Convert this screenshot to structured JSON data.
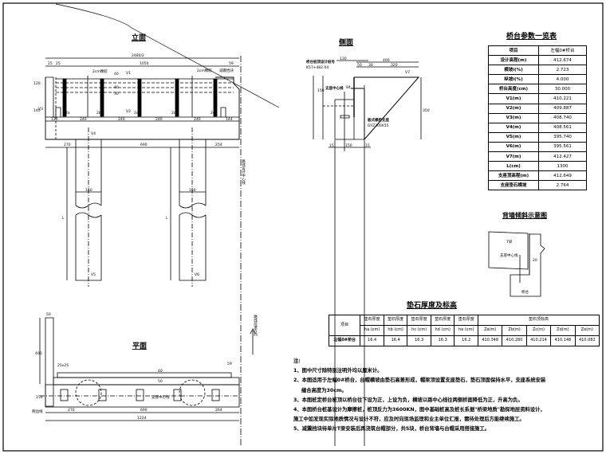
{
  "views": {
    "front_title": "立面",
    "side_title": "侧面",
    "plan_title": "平面",
    "backwall_title": "背墙倾斜示意图"
  },
  "front_dims": {
    "total": "2480/2",
    "cap": "1050",
    "right_top": "59",
    "left_a": "25",
    "left_b": "25",
    "spacings": [
      "120",
      "240",
      "240",
      "240",
      "240",
      "144"
    ],
    "pads": [
      "2a",
      "2b",
      "2c",
      "2d",
      "2e"
    ],
    "pad_note_left": "2cm橡胶",
    "pad_note_right": "2cm橡胶",
    "block_note": "减震挡块",
    "height_left": "120",
    "height_mid": "140",
    "heights": [
      "40",
      "40",
      "30"
    ],
    "v_labels": [
      "V1",
      "V2",
      "V3",
      "V4"
    ],
    "pile_spacing": [
      "270",
      "690",
      "254"
    ]
  },
  "pile_dims": {
    "diameter": "150",
    "length": "L",
    "v_bottom": [
      "V5",
      "V6"
    ]
  },
  "side_dims": {
    "station_label": "桥台桩顶设计桩号",
    "station": "K57+482.04",
    "top": [
      "130",
      "400"
    ],
    "sub": [
      "50",
      "30",
      "320"
    ],
    "cap_height": "150",
    "center_label": "支座中心线",
    "offset": "84",
    "pad_label": "板式橡胶支座",
    "pad_spec": "GYZ300X55",
    "v7": "V7",
    "bottom": [
      "15",
      "150",
      "15"
    ],
    "right_h": "350"
  },
  "plan_dims": {
    "wall_w": "50",
    "wall_len": "400",
    "chamfer": "25x25",
    "gap": "59",
    "cap_w": "150",
    "inner": "40",
    "inner2": "50",
    "spacings": [
      "270",
      "690",
      "264"
    ],
    "total": "1224",
    "center_label": "支座中心线",
    "road_center": "路线设计中心线",
    "direction": "路线前进方向",
    "edge_label": "侧边线"
  },
  "params": {
    "title": "桥台参数一览表",
    "headers": [
      "项目",
      "左幅0#桥台"
    ],
    "rows": [
      [
        "设计高程(m)",
        "412.674"
      ],
      [
        "横坡i(%)",
        "2.723"
      ],
      [
        "纵坡i(%)",
        "4.000"
      ],
      [
        "桥台高度(cm)",
        "30.000"
      ],
      [
        "V1(m)",
        "410.221"
      ],
      [
        "V2(m)",
        "409.887"
      ],
      [
        "V3(m)",
        "408.740"
      ],
      [
        "V4(m)",
        "408.561"
      ],
      [
        "V5(m)",
        "395.740"
      ],
      [
        "V6(m)",
        "395.561"
      ],
      [
        "V7(m)",
        "412.427"
      ],
      [
        "L(cm)",
        "1300"
      ],
      [
        "支座顶高程(m)",
        "412.649"
      ],
      [
        "支座垫石横坡",
        "2.764"
      ]
    ]
  },
  "backwall": {
    "beam": "T梁",
    "center": "支座中心线",
    "cap": "桥台",
    "dim": "20"
  },
  "pads": {
    "title": "垫石厚度及标高",
    "item": "项目",
    "thick_label": "垫石厚度",
    "thick_units": [
      "ha (cm)",
      "hb (cm)",
      "hc (cm)",
      "hd (cm)",
      "he (cm)"
    ],
    "elev_label": "垫石顶标高",
    "elev_units": [
      "Za(m)",
      "Zb(m)",
      "Zc(m)",
      "Zd(m)",
      "Ze(m)"
    ],
    "row_label": "左幅0#桥台",
    "thick_values": [
      "16.4",
      "16.4",
      "16.3",
      "16.3",
      "16.2"
    ],
    "elev_values": [
      "410.348",
      "410.280",
      "410.214",
      "410.148",
      "410.082"
    ]
  },
  "notes": {
    "heading": "注:",
    "lines": [
      "1、图中尺寸除特别注明外均以厘米计。",
      "2、本图适用于左幅0#桥台，台帽横坡由垫石高差形成，帽梁顶设置支座垫石，垫石顶面保持水平，支座系统安装",
      "   缝合高度为30cm。",
      "3、本图桩定桥台桩顶以桥台往下设为正，上设为负，横坡以路中心线往两侧桥面降低为正，升高为负。",
      "4、本图桥台桩基设计为摩擦桩，桩顶反力为3600KN，图中基础桩高及桩长系据\"桥梁地质\"勘探地层资料设计，",
      "施工中如发现实际地质情况与设计不符，应及时向现场监理和业主单位汇报，需待处理后方能继续施工。",
      "5、减震挡块待单片T梁安装后再浇筑台帽部分，共5块，桥台背墙与台帽采用搭接施工。"
    ]
  }
}
